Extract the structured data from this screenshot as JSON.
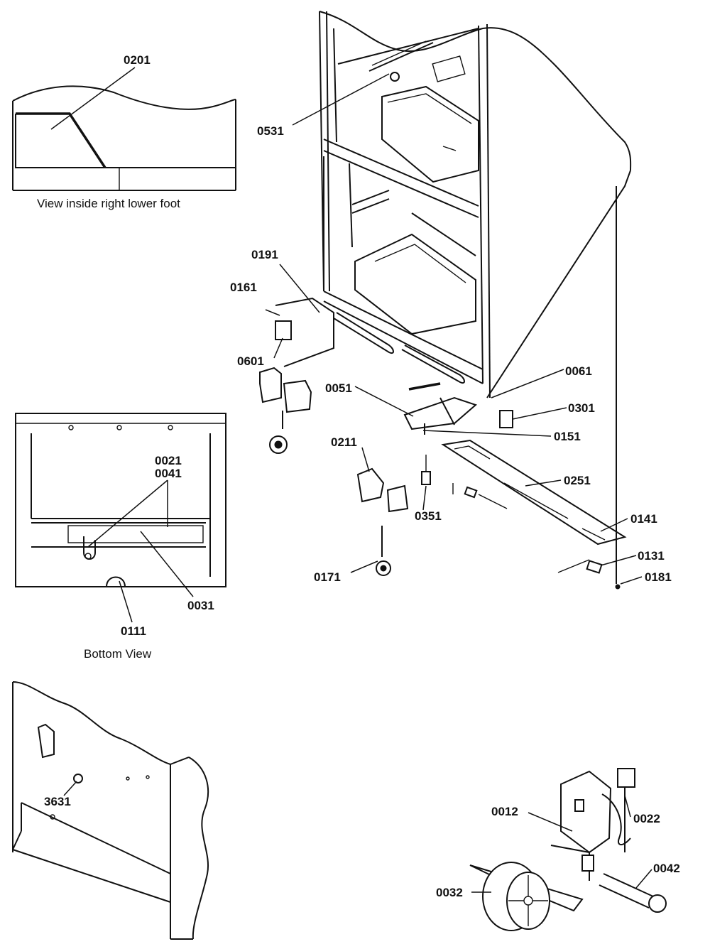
{
  "inset_top": {
    "label": "0201",
    "caption": "View inside right lower foot"
  },
  "inset_bottom": {
    "labels": [
      "0021",
      "0041",
      "0031",
      "0111"
    ],
    "caption": "Bottom View"
  },
  "main_labels": {
    "p0531": "0531",
    "p0191": "0191",
    "p0161": "0161",
    "p0601": "0601",
    "p0061": "0061",
    "p0051": "0051",
    "p0301": "0301",
    "p0151": "0151",
    "p0211": "0211",
    "p0251": "0251",
    "p0351": "0351",
    "p0141": "0141",
    "p0131": "0131",
    "p0171": "0171",
    "p0181": "0181"
  },
  "side_view": {
    "label": "3631"
  },
  "caster_detail": {
    "labels": [
      "0012",
      "0022",
      "0042",
      "0032"
    ]
  }
}
